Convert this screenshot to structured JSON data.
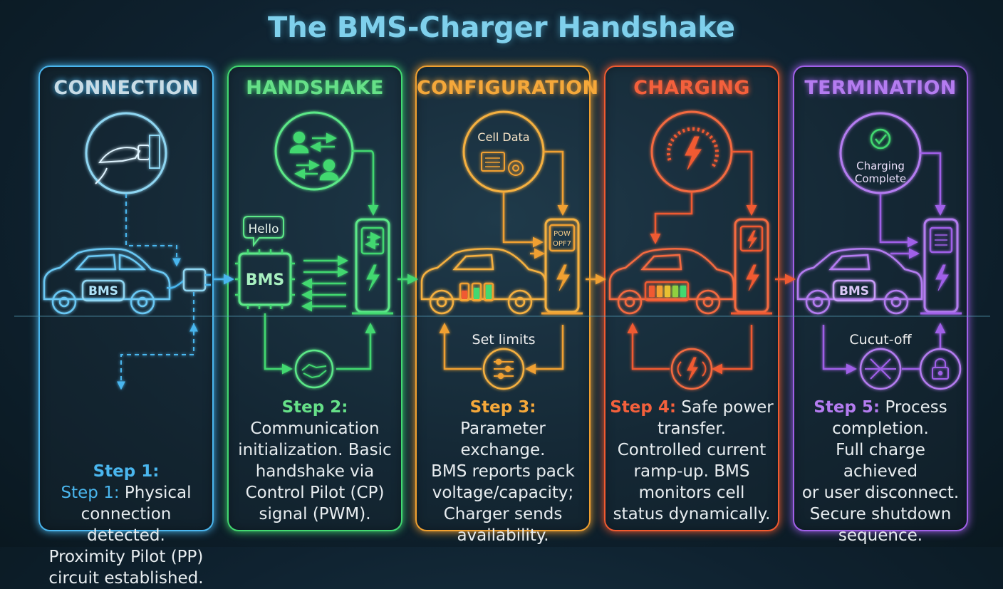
{
  "title": "The BMS-Charger Handshake",
  "accent_colors": {
    "connection": "#4ab6ee",
    "handshake": "#42d870",
    "configuration": "#f0a030",
    "charging": "#f05a30",
    "termination": "#a060e8"
  },
  "panels": [
    {
      "title": "CONNECTION",
      "icon": "plug-hand-icon",
      "step_label": "Step 1:",
      "step_label_2": "Step 1:",
      "step_text_inline": " Physical",
      "step_text": [
        "connection detected.",
        "Proximity Pilot (PP)",
        "circuit established."
      ],
      "car_label": "BMS"
    },
    {
      "title": "HANDSHAKE",
      "icon": "people-exchange-icon",
      "speech": "Hello",
      "chip_label": "BMS",
      "bottom_icon": "handshake-icon",
      "step_label": "Step 2:",
      "step_text": [
        "Communication",
        "initialization. Basic",
        "handshake via",
        "Control Pilot (CP)",
        "signal (PWM)."
      ]
    },
    {
      "title": "CONFIGURATION",
      "icon_label": "Cell Data",
      "charger_label_1": "POW",
      "charger_label_2": "OPF7",
      "limits_label": "Set limits",
      "bottom_icon": "sliders-icon",
      "step_label": "Step 3:",
      "step_text": [
        "Parameter exchange.",
        "BMS reports pack",
        "voltage/capacity;",
        "Charger sends",
        "availability."
      ]
    },
    {
      "title": "CHARGING",
      "icon": "lightning-gauge-icon",
      "bottom_icon": "power-signal-icon",
      "step_label": "Step 4:",
      "step_text_inline": " Safe power",
      "step_text": [
        "transfer.",
        "Controlled current",
        "ramp-up. BMS",
        "monitors cell",
        "status dynamically."
      ]
    },
    {
      "title": "TERMINATION",
      "icon_label_1": "Charging",
      "icon_label_2": "Complete",
      "cutoff_label": "Cucut-off",
      "car_label": "BMS",
      "bottom_icon_1": "cutoff-icon",
      "bottom_icon_2": "lock-icon",
      "step_label": "Step 5:",
      "step_text_inline": " Process",
      "step_text": [
        "completion.",
        "Full charge achieved",
        "or user disconnect.",
        "Secure shutdown",
        "sequence."
      ]
    }
  ]
}
